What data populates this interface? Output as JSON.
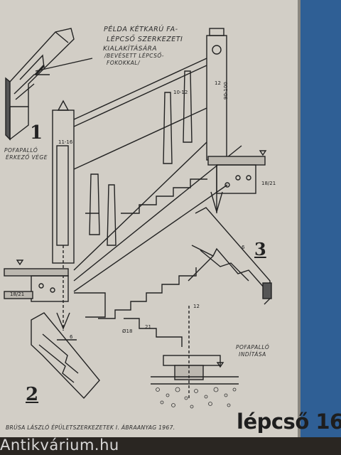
{
  "title_lines": [
    "PÉLDA KÉTKARÚ FA-",
    "LÉPCSŐ SZERKEZETI",
    "KIALAKÍTÁSÁRA",
    "/BEVÉSETT LÉPCSŐ-",
    "FOKOKKAL/"
  ],
  "detail_numbers": [
    "1",
    "2",
    "3"
  ],
  "labels": {
    "detail1_caption_l1": "POFAPALLÓ",
    "detail1_caption_l2": "ÉRKEZŐ VÉGE",
    "detail3_caption_l1": "POFAPALLÓ",
    "detail3_caption_l2": "INDÍTÁSA"
  },
  "dimensions": {
    "d_12_top": "12",
    "d_10_12": "10-12",
    "d_90_100": "90-100",
    "d_11_16": "11-16",
    "d_18_21_right": "18/21",
    "d_18_21_left": "18/21",
    "d_6_right": "6",
    "d_6_left": "6",
    "d_12_bottom": "12",
    "d_phi18": "Ø18",
    "d_21": "21"
  },
  "footer": {
    "brand": "lépcső 16",
    "credit": "BRÚSA LÁSZLÓ ÉPÜLETSZERKEZETEK I. ÁBRAANYAG 1967.",
    "watermark": "Antikvárium.hu"
  },
  "colors": {
    "paper": "#d2cec6",
    "ink": "#222222",
    "blue_tab": "#2f5f95",
    "background": "#2a2622"
  }
}
